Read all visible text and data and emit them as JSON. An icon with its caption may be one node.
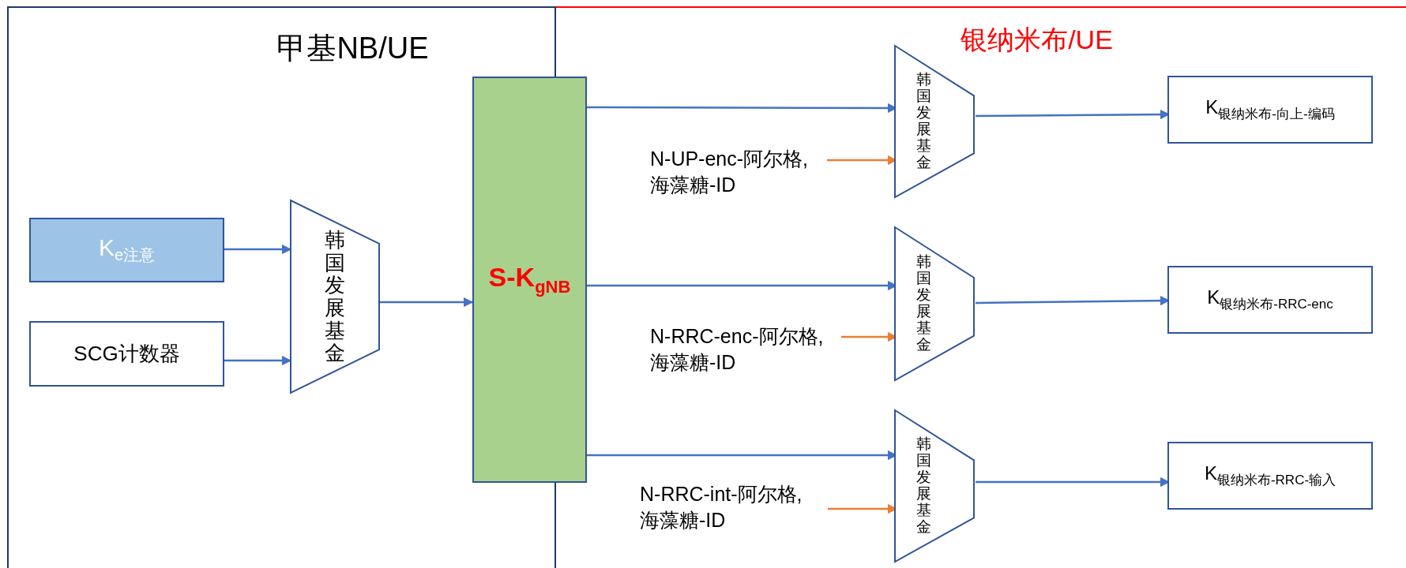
{
  "diagram": {
    "nodes": [
      {
        "text": [
          "甲基NB/UE"
        ]
      },
      {
        "text": [
          "银纳米布/UE"
        ]
      },
      {
        "text": [
          "K$_{e注意}$"
        ],
        "in": 0
      },
      {
        "text": [
          "SCG计数器"
        ],
        "in": 0
      },
      {
        "text": [
          "韩国发展基金"
        ],
        "in": 0
      },
      {
        "text": [
          "S-K$_{gNB}$"
        ]
      },
      {
        "text": [
          "韩国发展基金"
        ],
        "in": 1
      },
      {
        "text": [
          "N-UP-enc-阿尔格, 海藻糖-ID"
        ],
        "in": 1
      },
      {
        "text": [
          "K$_{银纳米布-向上-编码}$"
        ],
        "in": 1
      },
      {
        "text": [
          "韩国发展基金"
        ],
        "in": 1
      },
      {
        "text": [
          "N-RRC-enc-阿尔格, 海藻糖-ID"
        ],
        "in": 1
      },
      {
        "text": [
          "K$_{银纳米布-RRC-enc}$"
        ],
        "in": 1
      },
      {
        "text": [
          "韩国发展基金"
        ],
        "in": 1
      },
      {
        "text": [
          "N-RRC-int-阿尔格, 海藻糖-ID"
        ],
        "in": 1
      },
      {
        "text": [
          "K$_{银纳米布-RRC-输入}$"
        ],
        "in": 1
      }
    ],
    "edges": [
      {
        "from": 2,
        "to": 4,
        "arrow": "to"
      },
      {
        "from": 3,
        "to": 4,
        "arrow": "to"
      },
      {
        "from": 4,
        "to": 5,
        "arrow": "to"
      },
      {
        "from": 5,
        "to": 6,
        "arrow": "to"
      },
      {
        "from": 7,
        "to": 6,
        "arrow": "to",
        "color": "#ed7d31"
      },
      {
        "from": 6,
        "to": 8,
        "arrow": "to"
      },
      {
        "from": 5,
        "to": 9,
        "arrow": "to"
      },
      {
        "from": 10,
        "to": 9,
        "arrow": "to",
        "color": "#ed7d31"
      },
      {
        "from": 9,
        "to": 11,
        "arrow": "to"
      },
      {
        "from": 5,
        "to": 12,
        "arrow": "to"
      },
      {
        "from": 13,
        "to": 12,
        "arrow": "to",
        "color": "#ed7d31"
      },
      {
        "from": 12,
        "to": 14,
        "arrow": "to"
      }
    ]
  }
}
